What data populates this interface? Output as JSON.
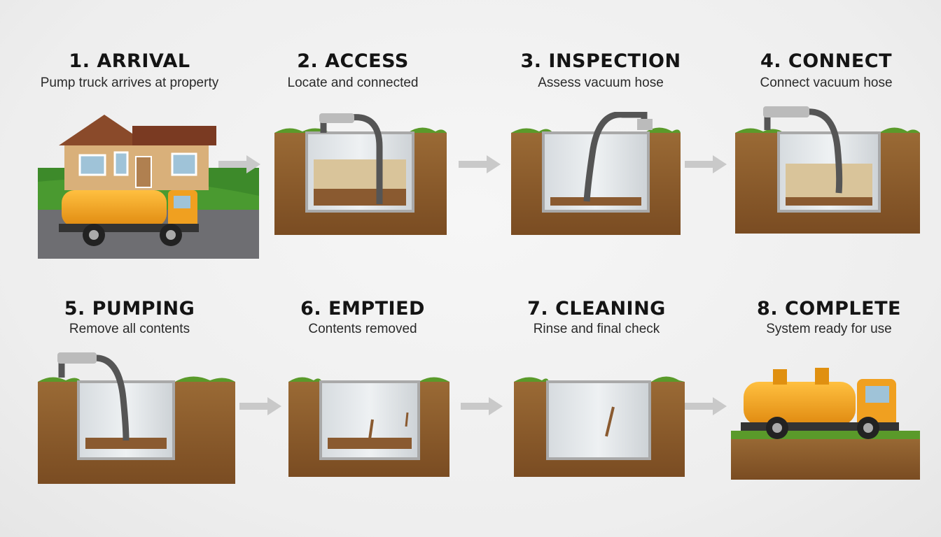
{
  "steps": [
    {
      "title": "1. ARRIVAL",
      "subtitle": "Pump truck arrives at property"
    },
    {
      "title": "2. ACCESS",
      "subtitle": "Locate and connected"
    },
    {
      "title": "3. INSPECTION",
      "subtitle": "Assess vacuum hose"
    },
    {
      "title": "4. CONNECT",
      "subtitle": "Connect vacuum hose"
    },
    {
      "title": "5. PUMPING",
      "subtitle": "Remove all contents"
    },
    {
      "title": "6. EMPTIED",
      "subtitle": "Contents removed"
    },
    {
      "title": "7. CLEANING",
      "subtitle": "Rinse and final check"
    },
    {
      "title": "8. COMPLETE",
      "subtitle": "System ready for use"
    }
  ],
  "colors": {
    "soil": "#8a5a2a",
    "grass": "#5a9a2a",
    "truck": "#f0a020",
    "tank_wall": "#c8c8c8"
  }
}
